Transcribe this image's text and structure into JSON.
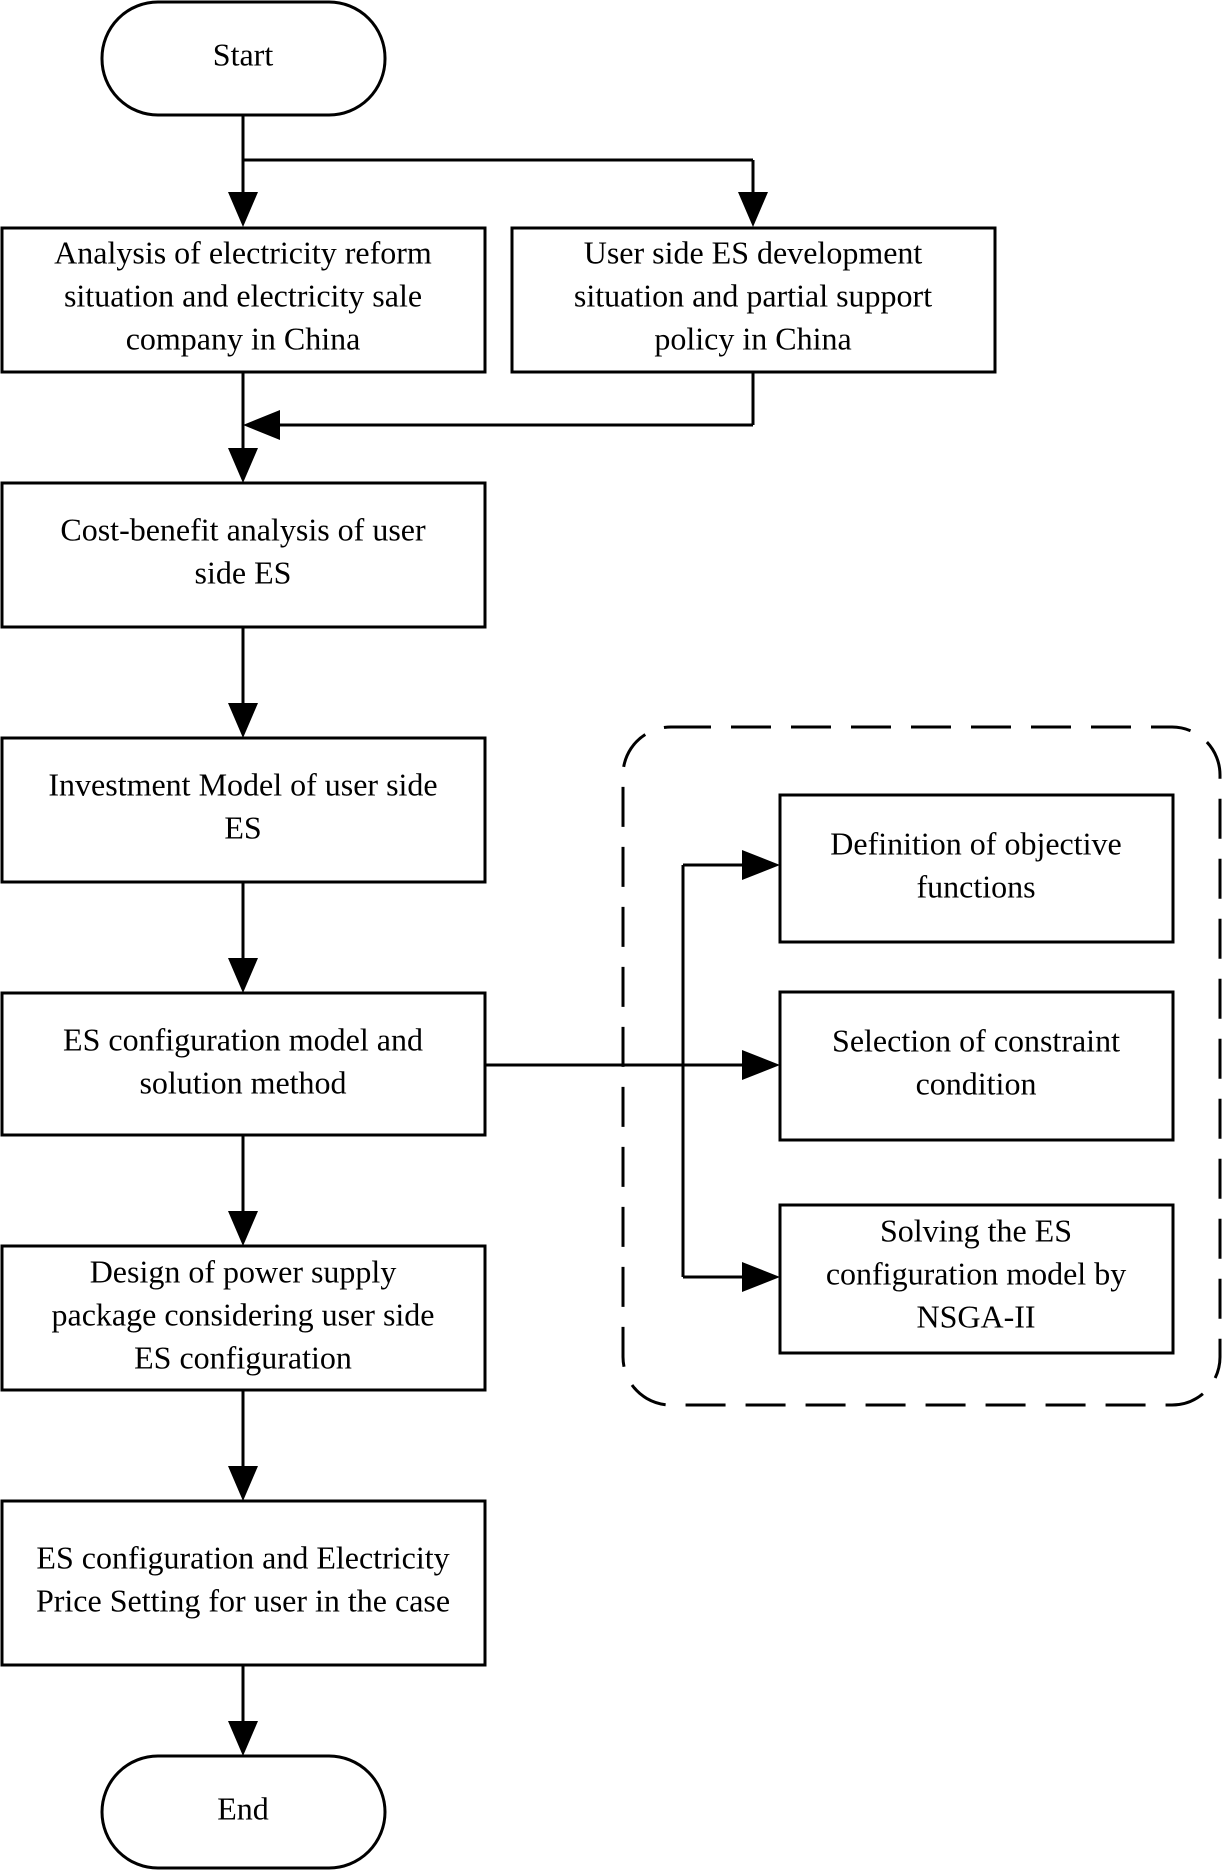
{
  "start": "Start",
  "end": "End",
  "analysis_box": [
    "Analysis of electricity reform",
    "situation and electricity sale",
    "company in China"
  ],
  "policy_box": [
    "User side ES development",
    "situation and partial support",
    "policy in China"
  ],
  "cost_box": [
    "Cost-benefit analysis of user",
    "side ES"
  ],
  "investment_box": [
    "Investment Model  of user side",
    "ES"
  ],
  "config_box": [
    "ES configuration model and",
    "solution method"
  ],
  "design_box": [
    "Design of power supply",
    "package considering user side",
    "ES configuration"
  ],
  "case_box": [
    "ES configuration and Electricity",
    "Price Setting for user in the case"
  ],
  "objective_box": [
    "Definition of objective",
    "functions"
  ],
  "constraint_box": [
    "Selection of constraint",
    "condition"
  ],
  "solving_box": [
    "Solving the ES",
    "configuration model by",
    "NSGA-II"
  ]
}
